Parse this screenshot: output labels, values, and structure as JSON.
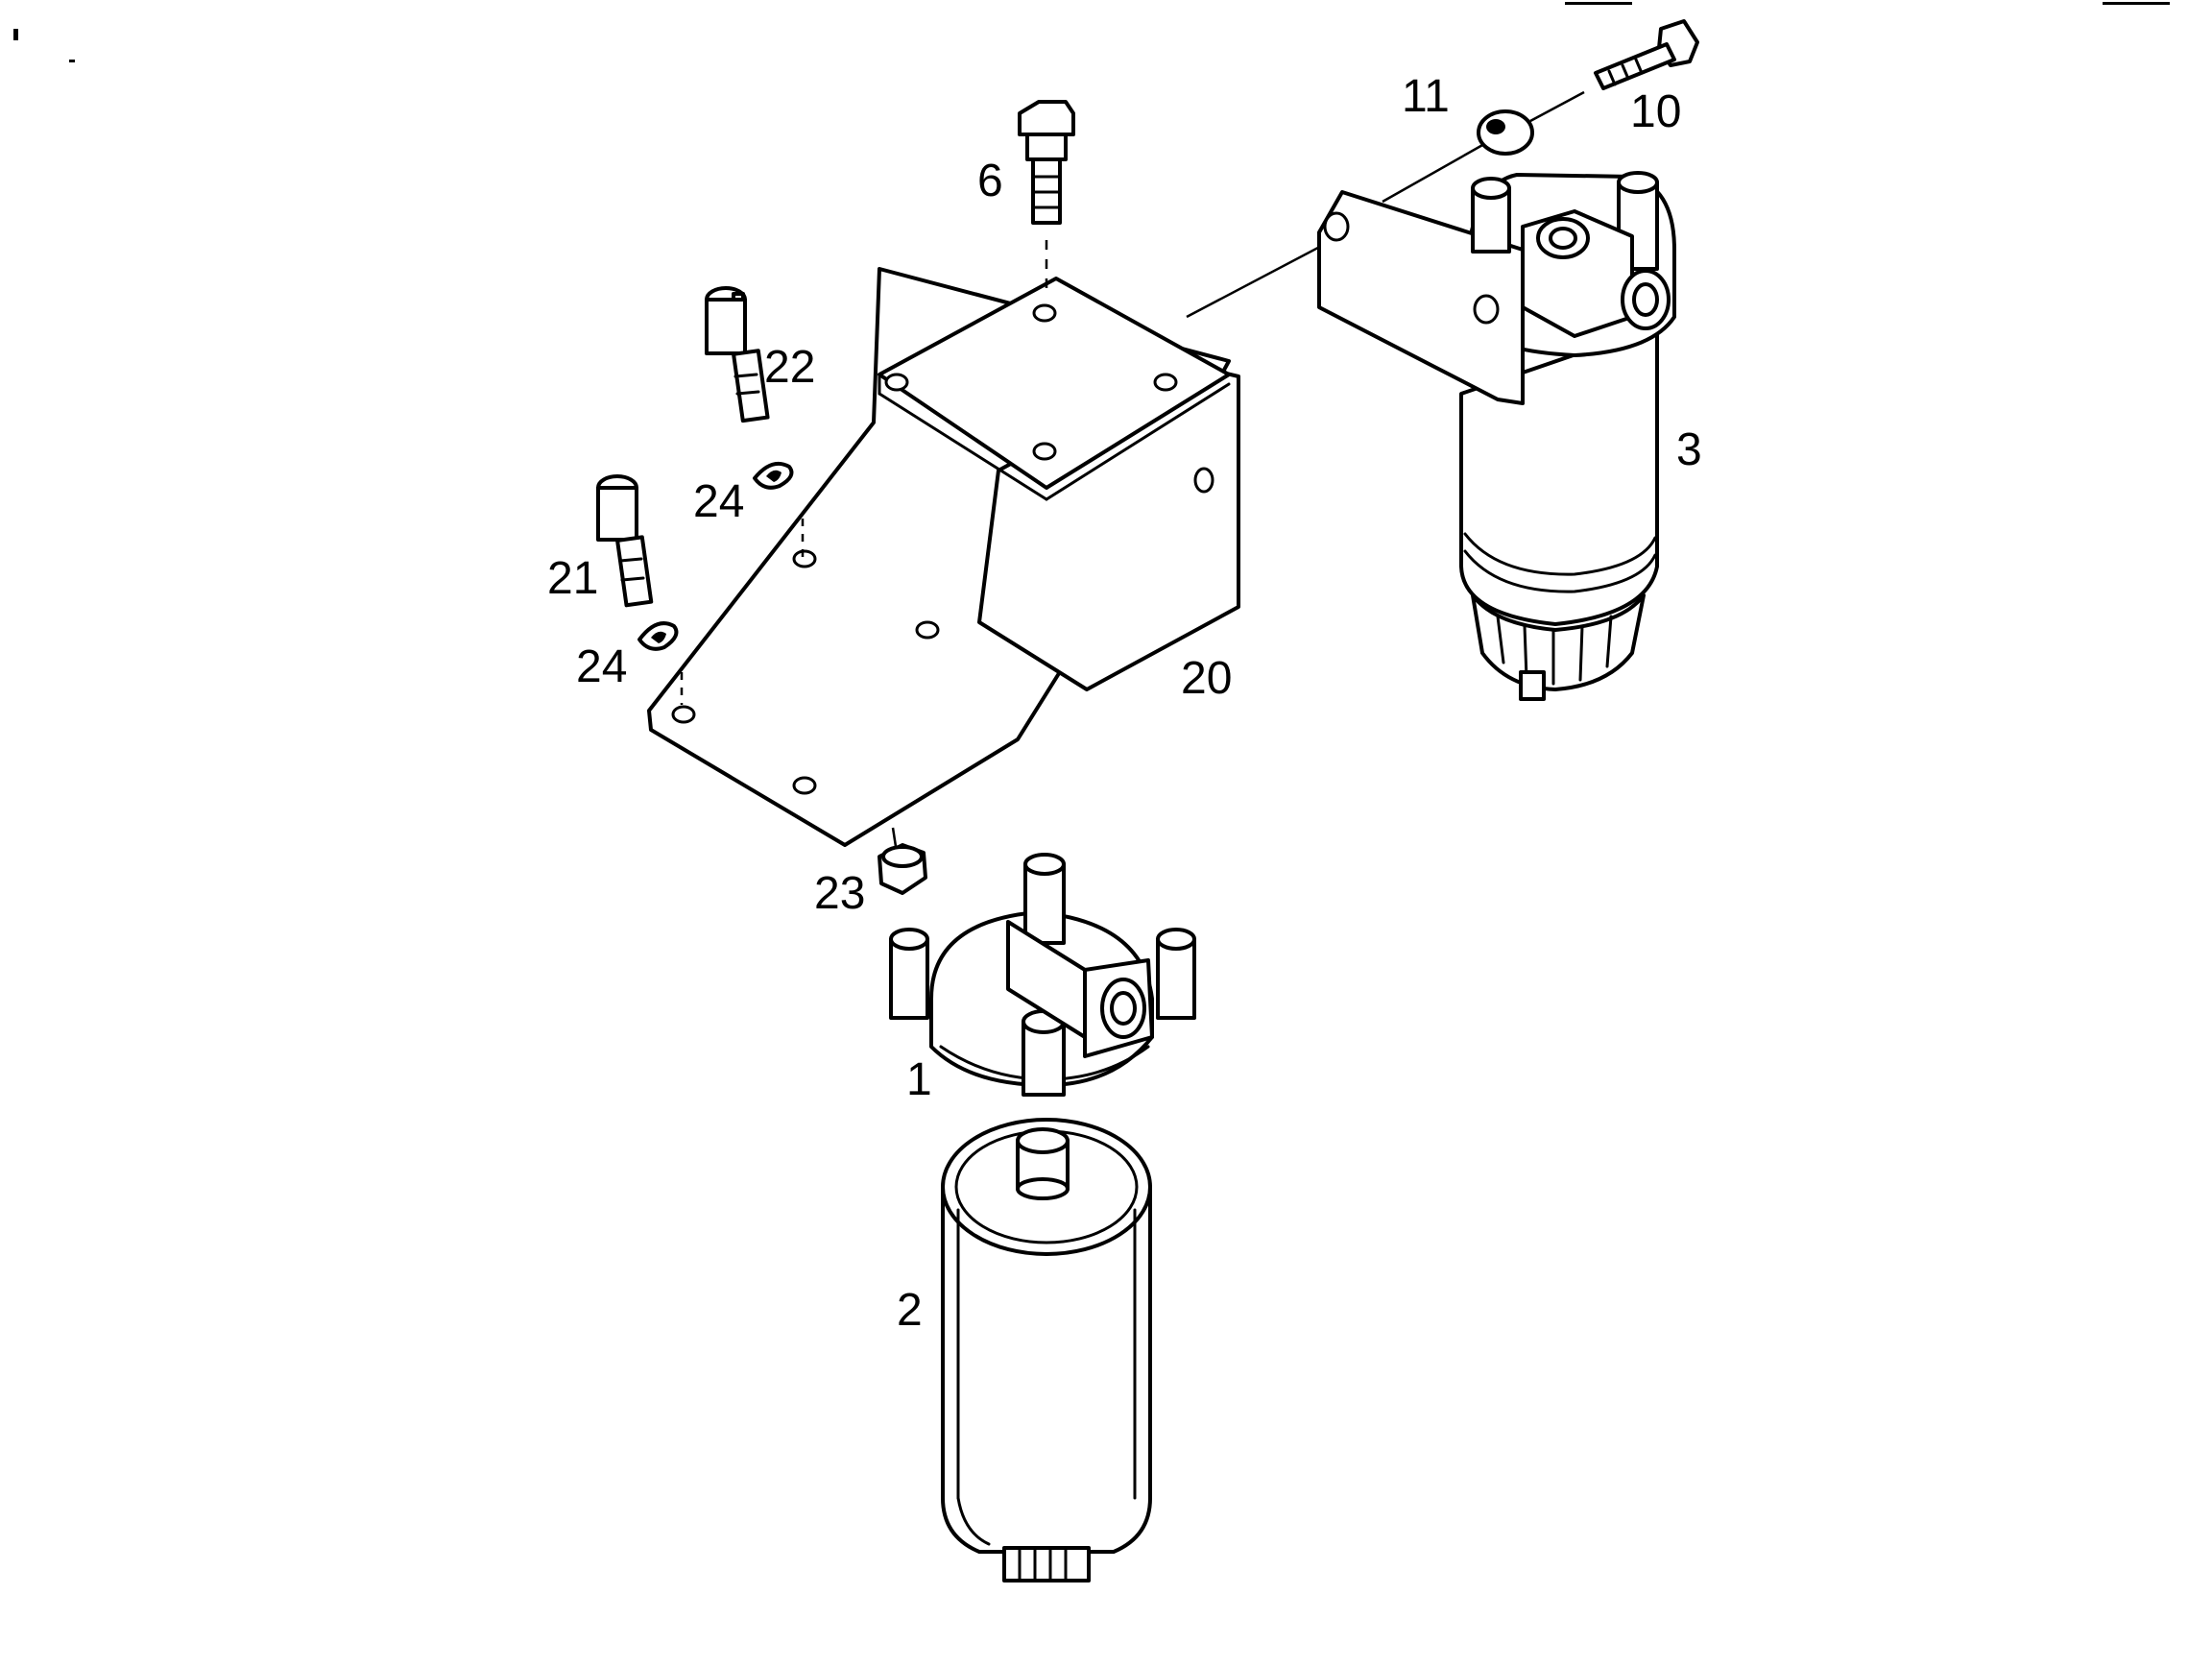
{
  "diagram": {
    "type": "exploded parts view",
    "callouts": [
      {
        "id": "1",
        "text": "1"
      },
      {
        "id": "2",
        "text": "2"
      },
      {
        "id": "3",
        "text": "3"
      },
      {
        "id": "6",
        "text": "6"
      },
      {
        "id": "10",
        "text": "10"
      },
      {
        "id": "11",
        "text": "11"
      },
      {
        "id": "20",
        "text": "20"
      },
      {
        "id": "21",
        "text": "21"
      },
      {
        "id": "22",
        "text": "22"
      },
      {
        "id": "23",
        "text": "23"
      },
      {
        "id": "24a",
        "text": "24"
      },
      {
        "id": "24b",
        "text": "24"
      }
    ]
  }
}
